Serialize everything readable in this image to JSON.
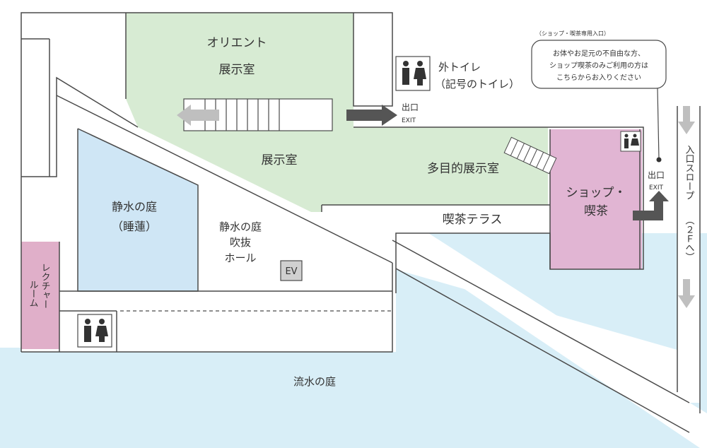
{
  "colors": {
    "water": "#d8eef7",
    "pond": "#cfe6f5",
    "exhibit_green": "#d7ebd3",
    "shop_pink": "#e1b5d3",
    "lecture_pink": "#e0afc9",
    "wall": "#4a4a4a",
    "arrow_dark": "#555555",
    "arrow_light": "#bfbfbf"
  },
  "map": {
    "orient": {
      "line1": "オリエント",
      "line2": "展示室"
    },
    "exhibit": "展示室",
    "multipurpose": "多目的展示室",
    "terrace": "喫茶テラス",
    "shop": {
      "line1": "ショップ・",
      "line2": "喫茶"
    },
    "pond": {
      "line1": "静水の庭",
      "line2": "（睡蓮）"
    },
    "atrium": {
      "line1": "静水の庭",
      "line2": "吹抜",
      "line3": "ホール"
    },
    "elevator": "EV",
    "lecture": {
      "line1": "レクチャー",
      "line2": "ルーム"
    },
    "flow_garden": "流水の庭",
    "outside_toilet": {
      "line1": "外トイレ",
      "line2": "（記号のトイレ）"
    },
    "exit_top": {
      "jp": "出口",
      "en": "EXIT"
    },
    "exit_right": {
      "jp": "出口",
      "en": "EXIT"
    },
    "callout": {
      "title": "（ショップ・喫茶専用入口）",
      "line1": "お体やお足元の不自由な方、",
      "line2": "ショップ喫茶のみご利用の方は",
      "line3": "こちらからお入りください"
    },
    "slope": {
      "label": "入口スロープ",
      "floor": "（２Ｆへ）"
    }
  },
  "icons": [
    "restroom-icon",
    "arrow-right-icon",
    "arrow-left-icon",
    "arrow-down-icon",
    "elevator-icon"
  ]
}
